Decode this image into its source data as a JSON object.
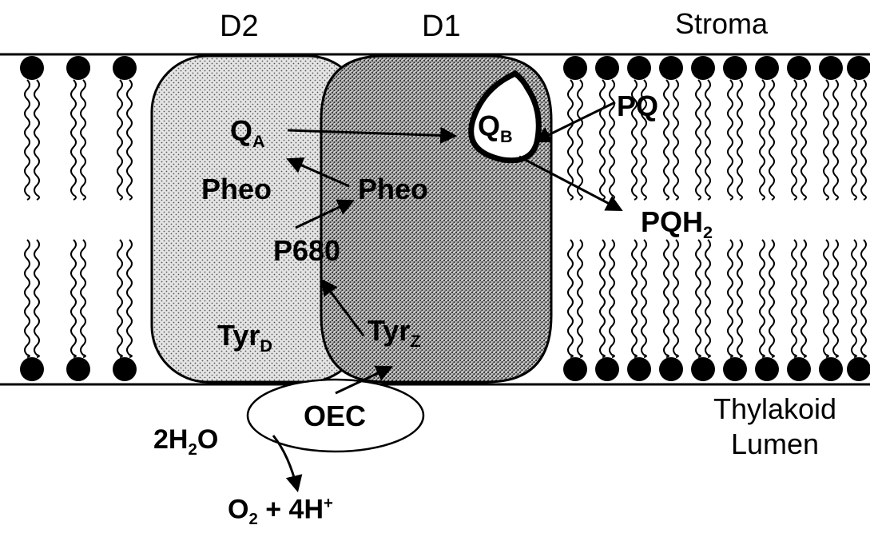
{
  "header": {
    "d2": "D2",
    "d1": "D1",
    "stroma": "Stroma"
  },
  "lumen": {
    "line1": "Thylakoid",
    "line2": "Lumen"
  },
  "labels": {
    "qa": {
      "main": "Q",
      "sub": "A"
    },
    "qb": {
      "main": "Q",
      "sub": "B"
    },
    "pq": "PQ",
    "pqh2": {
      "main": "PQH",
      "sub": "2"
    },
    "pheo_d2": "Pheo",
    "pheo_d1": "Pheo",
    "p680": "P680",
    "tyrd": {
      "main": "Tyr",
      "sub": "D"
    },
    "tyrz": {
      "main": "Tyr",
      "sub": "Z"
    },
    "oec": "OEC",
    "water": {
      "pre": "2H",
      "sub": "2",
      "post": "O"
    },
    "products": {
      "pre": "O",
      "sub": "2",
      "mid": " + 4H",
      "sup": "+"
    }
  },
  "colors": {
    "ink": "#000000",
    "d2_fill": "#cfcfcf",
    "d1_fill": "#a9a9a9"
  }
}
